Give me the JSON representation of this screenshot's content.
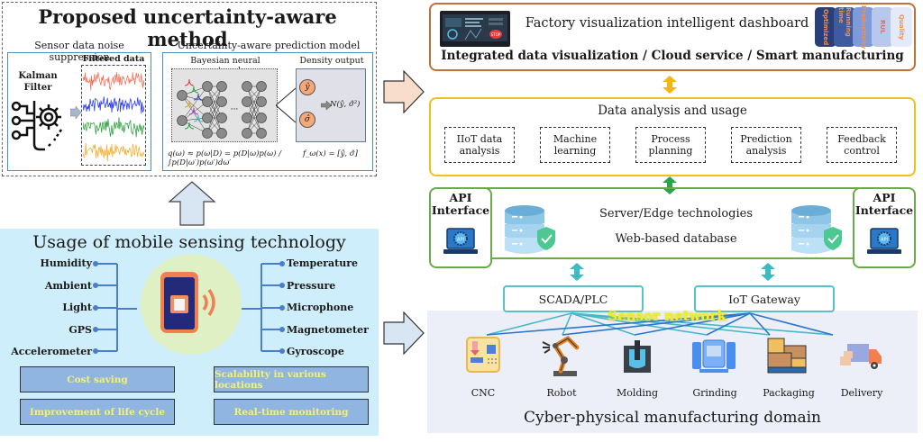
{
  "method": {
    "title": "Proposed uncertainty-aware method",
    "noise": {
      "title": "Sensor data noise suppression",
      "kalman_label_1": "Kalman",
      "kalman_label_2": "Filter",
      "filtered_label": "Filtered data",
      "signal_colors": [
        "#f26a4f",
        "#1a2ee8",
        "#1e9a30",
        "#f5a820"
      ]
    },
    "prediction": {
      "title": "Uncertainty-aware prediction model",
      "bnn_label": "Bayesian neural network",
      "density_label": "Density output",
      "y_hat": "ŷ",
      "sigma_hat": "σ̂",
      "normal": "N(ŷ, σ̂²)",
      "formula_q": "q(ω) ≈ p(ω|D) = p(D|ω)p(ω) / ∫p(D|ω′)p(ω′)dω′",
      "formula_f": "f_ω(x) = [ŷ, σ̂]"
    }
  },
  "mobile": {
    "title": "Usage of mobile sensing technology",
    "sensors_left": [
      "Humidity",
      "Ambient",
      "Light",
      "GPS",
      "Accelerometer"
    ],
    "sensors_right": [
      "Temperature",
      "Pressure",
      "Microphone",
      "Magnetometer",
      "Gyroscope"
    ],
    "benefits": [
      "Cost saving",
      "Scalability in various locations",
      "Improvement of life cycle",
      "Real-time monitoring"
    ]
  },
  "dashboard": {
    "title": "Factory visualization intelligent dashboard",
    "subtitle": "Integrated data visualization / Cloud service / Smart manufacturing",
    "stop_label": "STOP",
    "layers": [
      "Optimized",
      "Running time",
      "Productivity",
      "RUL",
      "Quality"
    ]
  },
  "analysis": {
    "title": "Data analysis and usage",
    "items": [
      {
        "line1": "IIoT data",
        "line2": "analysis"
      },
      {
        "line1": "Machine",
        "line2": "learning"
      },
      {
        "line1": "Process",
        "line2": "planning"
      },
      {
        "line1": "Prediction",
        "line2": "analysis"
      },
      {
        "line1": "Feedback",
        "line2": "control"
      }
    ]
  },
  "server": {
    "title": "Server/Edge technologies",
    "subtitle": "Web-based database",
    "api_line1": "API",
    "api_line2": "Interface",
    "api_badge": "API"
  },
  "gateways": [
    "SCADA/PLC",
    "IoT Gateway"
  ],
  "cps": {
    "sensor_network": "Sensor network",
    "machines": [
      "CNC",
      "Robot",
      "Molding",
      "Grinding",
      "Packaging",
      "Delivery"
    ],
    "title": "Cyber-physical manufacturing domain"
  },
  "colors": {
    "dashboard_border": "#c0703a",
    "analysis_border": "#f0c020",
    "server_border": "#6aaa4a",
    "gateway_border": "#5ac0c8",
    "sensor_network_text": "#f0f020"
  }
}
